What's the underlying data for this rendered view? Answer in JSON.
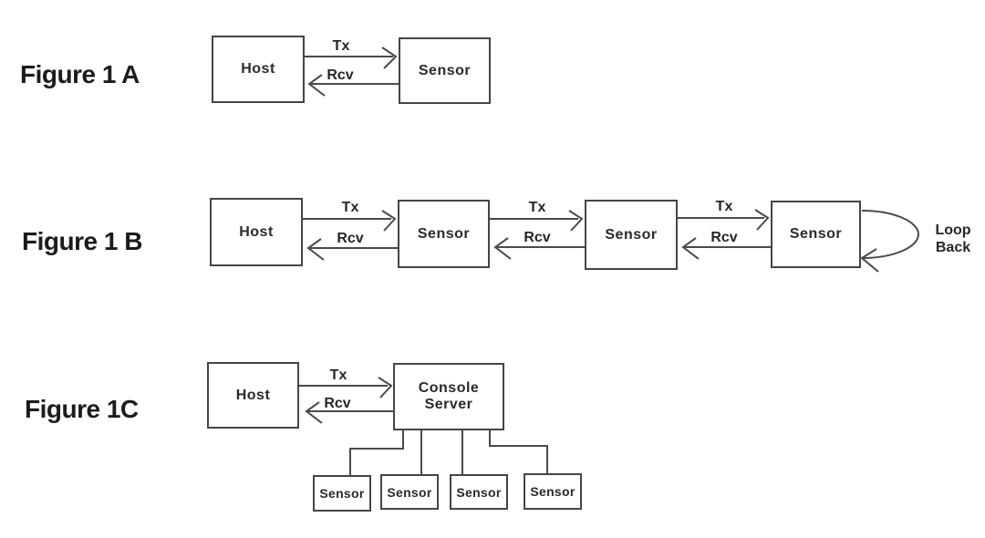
{
  "figure_a": {
    "label": "Figure 1 A",
    "host": "Host",
    "sensor": "Sensor",
    "tx": "Tx",
    "rcv": "Rcv"
  },
  "figure_b": {
    "label": "Figure 1 B",
    "host": "Host",
    "sensor1": "Sensor",
    "sensor2": "Sensor",
    "sensor3": "Sensor",
    "tx1": "Tx",
    "rcv1": "Rcv",
    "tx2": "Tx",
    "rcv2": "Rcv",
    "tx3": "Tx",
    "rcv3": "Rcv",
    "loopback": "Loop Back"
  },
  "figure_c": {
    "label": "Figure 1C",
    "host": "Host",
    "console_server": "Console Server",
    "tx": "Tx",
    "rcv": "Rcv",
    "sensor1": "Sensor",
    "sensor2": "Sensor",
    "sensor3": "Sensor",
    "sensor4": "Sensor"
  },
  "colors": {
    "line": "#4a4a4a",
    "border": "#454545",
    "text": "#262626",
    "background": "#ffffff"
  }
}
